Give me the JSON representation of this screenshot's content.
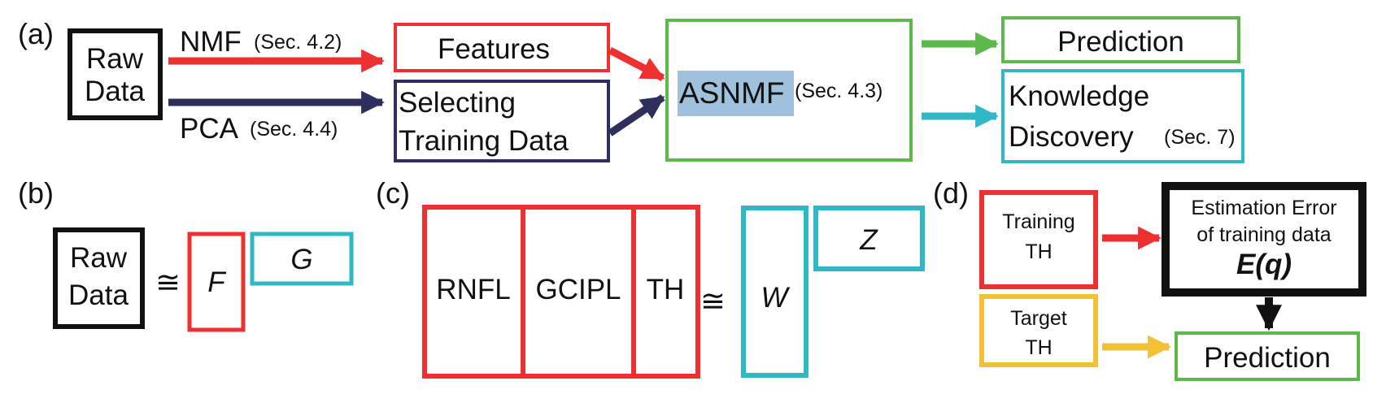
{
  "colors": {
    "red": "#EE3030",
    "navy": "#2E2F5C",
    "green": "#5DB94C",
    "cyan": "#2FB9C6",
    "yellow": "#F2C135",
    "black": "#111111",
    "highlight": "#9FC1DB"
  },
  "panel_a": {
    "label": "(a)",
    "raw_data_line1": "Raw",
    "raw_data_line2": "Data",
    "nmf_label": "NMF",
    "nmf_sec": "(Sec. 4.2)",
    "pca_label": "PCA",
    "pca_sec": "(Sec. 4.4)",
    "features": "Features",
    "selecting_line1": "Selecting",
    "selecting_line2": "Training Data",
    "asnmf": "ASNMF",
    "asnmf_sec": "(Sec. 4.3)",
    "prediction": "Prediction",
    "knowledge_line1": "Knowledge",
    "knowledge_line2": "Discovery",
    "knowledge_sec": "(Sec. 7)"
  },
  "panel_b": {
    "label": "(b)",
    "raw_data_line1": "Raw",
    "raw_data_line2": "Data",
    "approx": "≅",
    "f": "F",
    "g": "G"
  },
  "panel_c": {
    "label": "(c)",
    "rnfl": "RNFL",
    "gcipl": "GCIPL",
    "th": "TH",
    "approx": "≅",
    "w": "W",
    "z": "Z"
  },
  "panel_d": {
    "label": "(d)",
    "training_line1": "Training",
    "training_line2": "TH",
    "target_line1": "Target",
    "target_line2": "TH",
    "error_line1": "Estimation Error",
    "error_line2": "of training data",
    "error_line3": "E(q)",
    "prediction": "Prediction"
  }
}
